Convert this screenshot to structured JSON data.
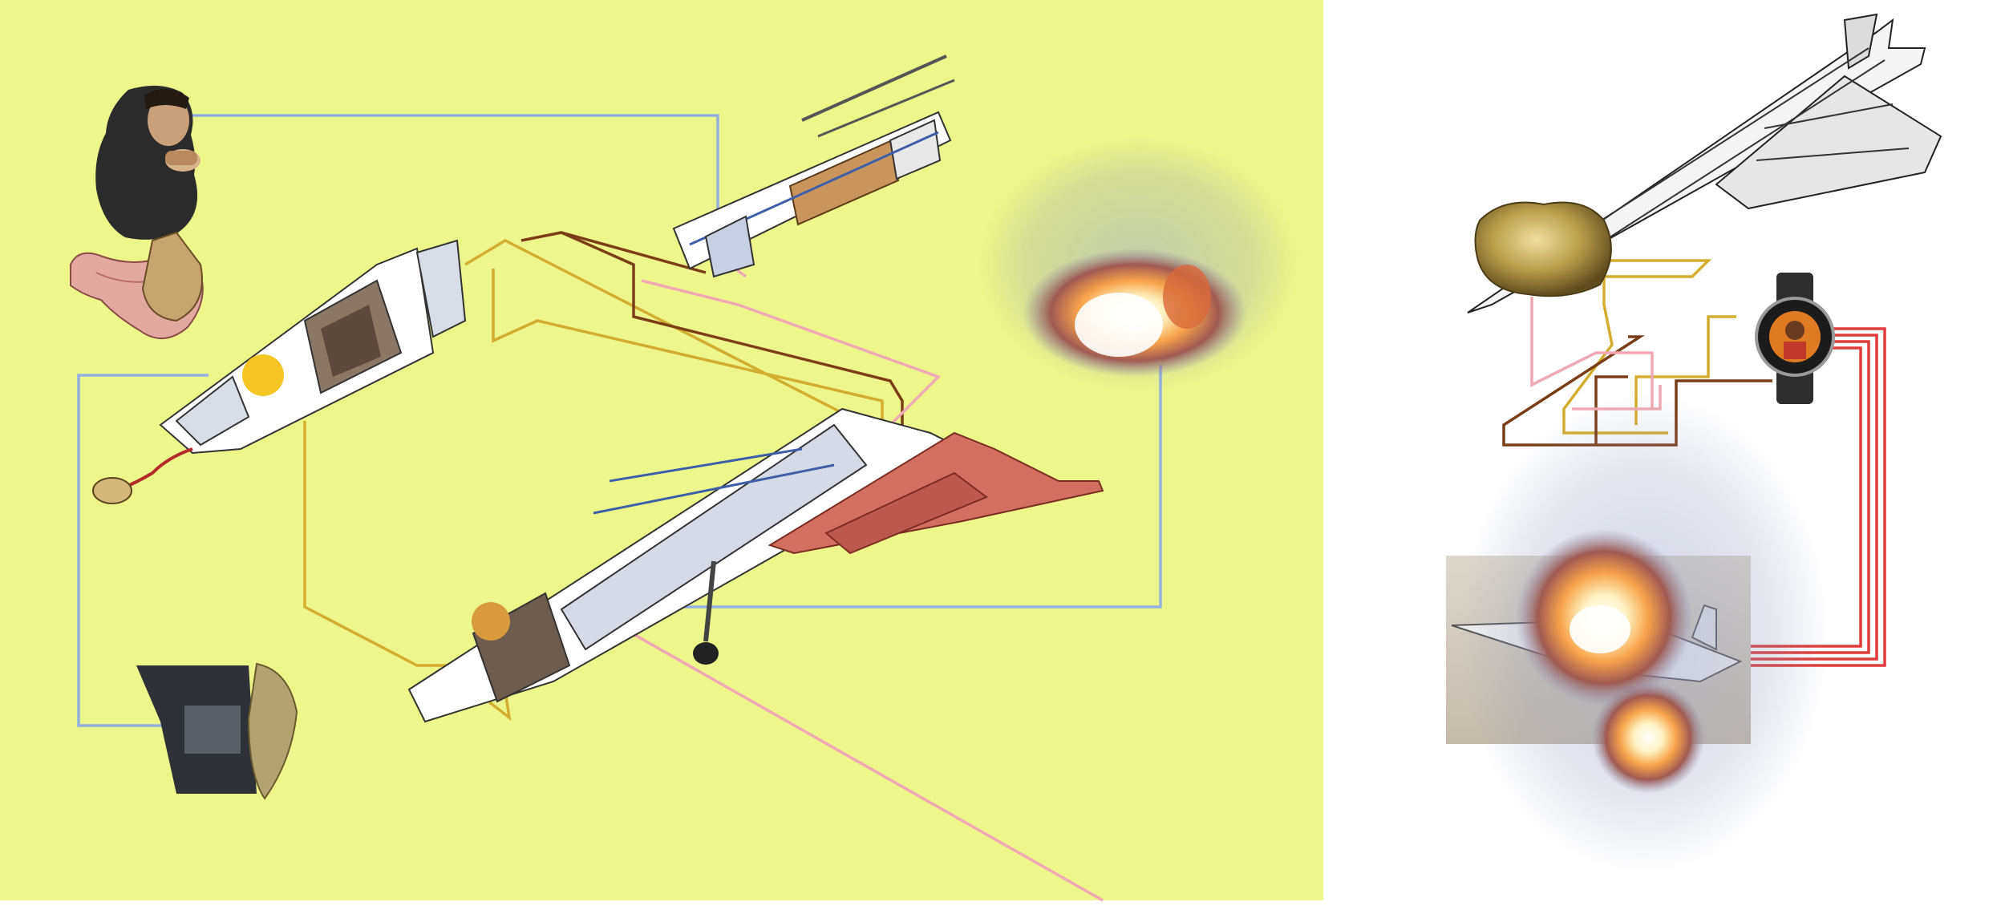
{
  "left_panel": {
    "background": "#ecf68a"
  },
  "right_panel": {
    "background": "#ffffff"
  },
  "line_colors": {
    "blue": "#93aee0",
    "gold": "#d2ad2e",
    "brown": "#7a3d18",
    "pink": "#f0a8b4",
    "red": "#e23a3a"
  },
  "icons": {
    "left": [
      "man-eating-photo",
      "stomach-anatomy-illustration",
      "dual-engine-cutaway",
      "aircraft-nose-cutaway",
      "fuselage-aft-cutaway",
      "main-fuselage-wing-cutaway",
      "explosion-burst",
      "engine-room-photo"
    ],
    "right": [
      "concorde-line-cutaway",
      "gold-ore-rock",
      "wristwatch-portrait",
      "concorde-crash-photo",
      "explosion-burst"
    ]
  }
}
